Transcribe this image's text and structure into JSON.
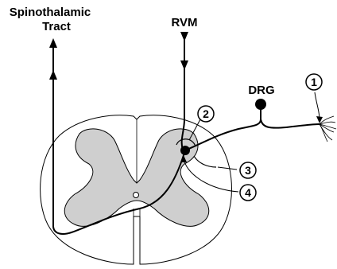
{
  "labels": {
    "spinothalamic_line1": "Spinothalamic",
    "spinothalamic_line2": "Tract",
    "rvm": "RVM",
    "drg": "DRG"
  },
  "markers": {
    "m1": "1",
    "m2": "2",
    "m3": "3",
    "m4": "4"
  },
  "colors": {
    "grey_matter": "#cfcfcf",
    "white_matter": "#ffffff",
    "outline": "#000000"
  }
}
